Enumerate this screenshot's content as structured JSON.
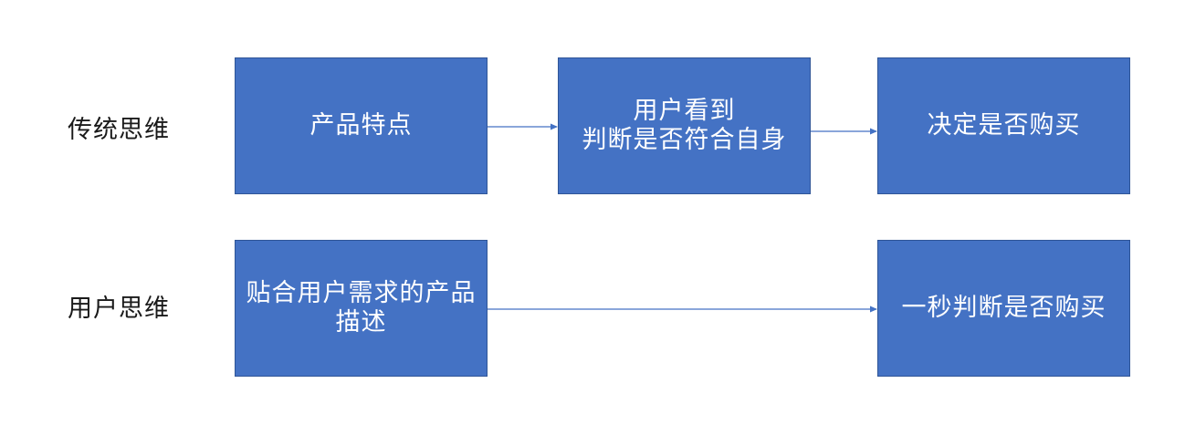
{
  "rows": {
    "traditional": {
      "label": "传统思维",
      "steps": [
        {
          "lines": [
            "产品特点"
          ]
        },
        {
          "lines": [
            "用户看到",
            "判断是否符合自身"
          ]
        },
        {
          "lines": [
            "决定是否购买"
          ]
        }
      ]
    },
    "user": {
      "label": "用户思维",
      "steps": [
        {
          "lines": [
            "贴合用户需求的产品",
            "描述"
          ]
        },
        {
          "lines": [
            "一秒判断是否购买"
          ]
        }
      ]
    }
  },
  "colors": {
    "box_fill": "#4472c4",
    "box_border": "#2f5597",
    "arrow": "#4472c4",
    "label_text": "#1a1a1a"
  }
}
